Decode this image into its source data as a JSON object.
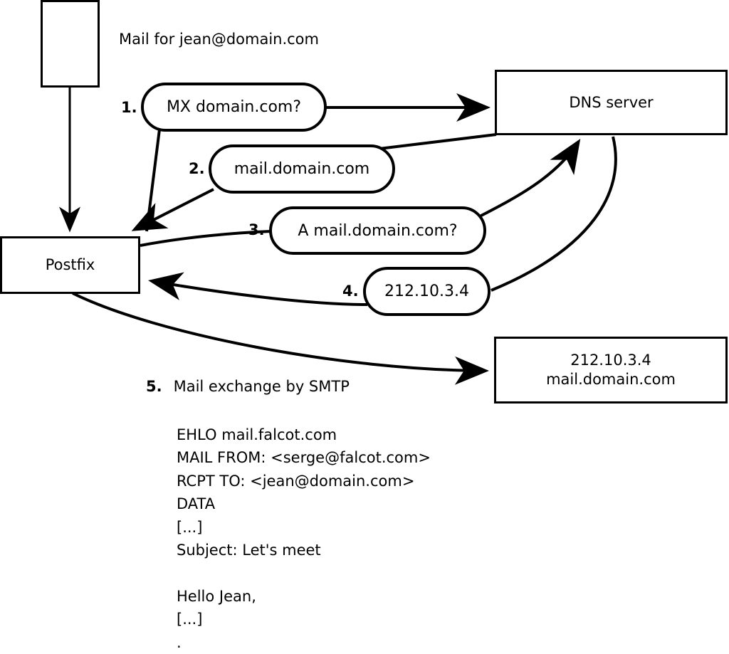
{
  "diagram": {
    "title_label": "Mail for jean@domain.com",
    "nodes": {
      "sender_host": {
        "label": ""
      },
      "postfix": {
        "label": "Postfix"
      },
      "dns_server": {
        "label": "DNS server"
      },
      "destination": {
        "line1": "212.10.3.4",
        "line2": "mail.domain.com"
      }
    },
    "steps": [
      {
        "num": "1.",
        "bubble": "MX domain.com?"
      },
      {
        "num": "2.",
        "bubble": "mail.domain.com"
      },
      {
        "num": "3.",
        "bubble": "A mail.domain.com?"
      },
      {
        "num": "4.",
        "bubble": "212.10.3.4"
      }
    ],
    "step5": {
      "num": "5.",
      "text": "Mail exchange by SMTP"
    },
    "smtp_transcript": [
      "EHLO mail.falcot.com",
      "MAIL FROM: <serge@falcot.com>",
      "RCPT TO: <jean@domain.com>",
      "DATA",
      "[...]",
      "Subject: Let's meet",
      "",
      "Hello Jean,",
      "[...]",
      "."
    ],
    "colors": {
      "stroke": "#000000",
      "fill": "#ffffff"
    }
  }
}
